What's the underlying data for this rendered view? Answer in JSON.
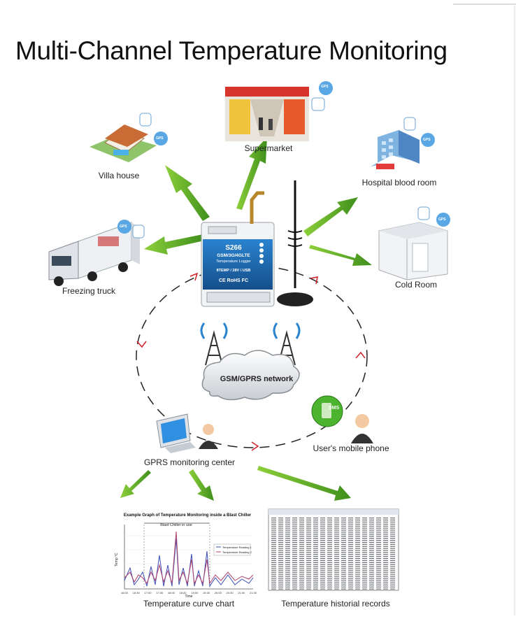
{
  "title": "Multi-Channel Temperature Monitoring",
  "nodes": {
    "supermarket": "Supermarket",
    "villa": "Villa house",
    "hospital": "Hospital blood room",
    "truck": "Freezing truck",
    "cold_room": "Cold Room",
    "network": "GSM/GPRS network",
    "monitoring_center": "GPRS monitoring center",
    "mobile": "User's mobile phone",
    "curve_chart": "Temperature curve chart",
    "records": "Temperature historial records"
  },
  "device": {
    "model": "S266",
    "line1": "GSM/3G/4GLTE",
    "line2": "Temperature Logger",
    "line3": "8TEMP / 28V / USB",
    "cert": "CE RoHS FC"
  },
  "badges": {
    "gps": "GPS",
    "sms": "SMS"
  },
  "mini_chart": {
    "title": "Example Graph of Temperature Monitoring inside a Blast Chiller",
    "bracket": "Blast Chiller in use",
    "legend": [
      "Temperature Reading 1",
      "Temperature Reading 2"
    ],
    "ylabel": "Temp °C",
    "xlabel": "Time",
    "x_ticks": [
      "16:00",
      "16:30",
      "17:00",
      "17:30",
      "18:00",
      "18:30",
      "19:00",
      "19:30",
      "20:00",
      "20:30",
      "21:00",
      "21:30"
    ]
  },
  "colors": {
    "arrow_green": "#5aa02c",
    "device_blue": "#1e6fb5",
    "series1": "#3a4fb8",
    "series2": "#b0406a"
  }
}
